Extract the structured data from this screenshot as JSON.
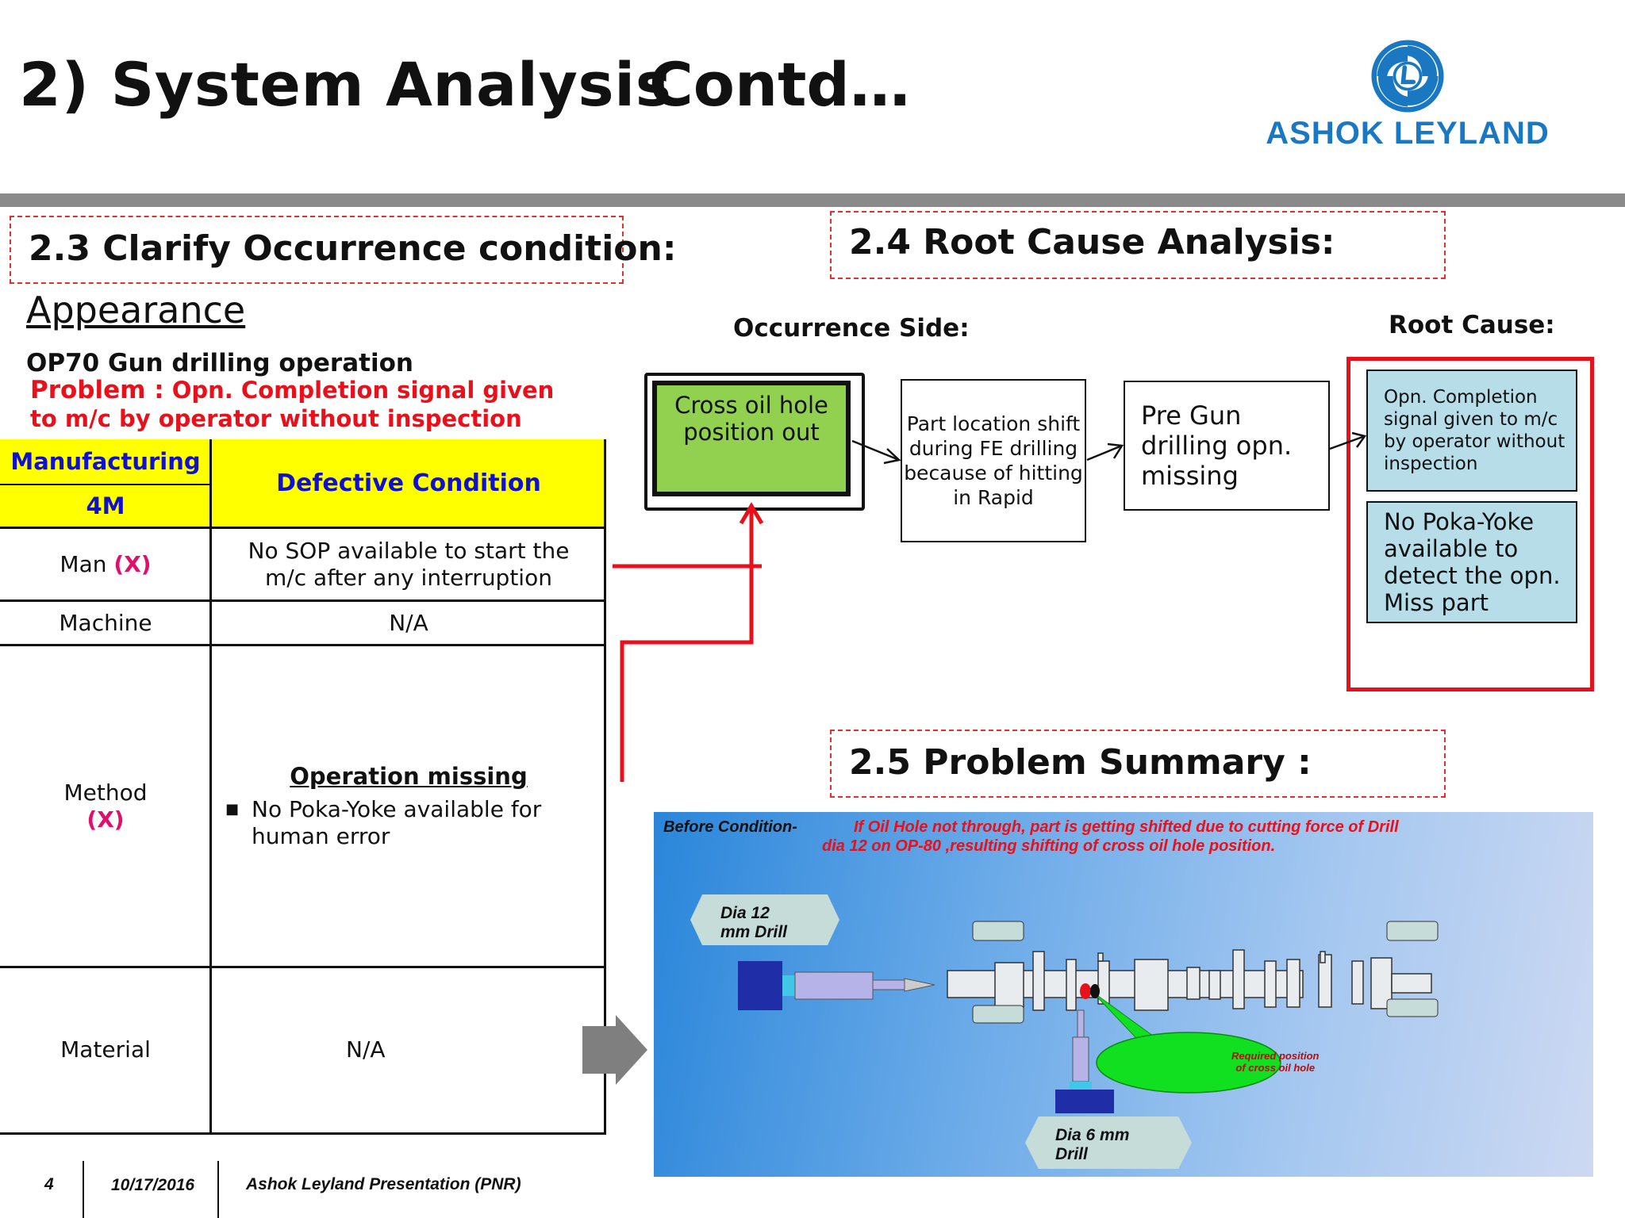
{
  "header": {
    "title": "2) System Analysis",
    "title_contd": "Contd…",
    "logo_text": "ASHOK LEYLAND",
    "colors": {
      "logo_blue": "#1a78c2",
      "rule_gray": "#8a8a8a",
      "dashed_red": "#e03030"
    }
  },
  "section_23": {
    "heading": "2.3 Clarify Occurrence condition:",
    "appearance": "Appearance",
    "operation": "OP70  Gun drilling operation",
    "problem_label": "Problem :",
    "problem_line1": "Opn. Completion signal given",
    "problem_line2": "to m/c by operator without inspection"
  },
  "table_4m": {
    "header_col1_top": "Manufacturing",
    "header_col1_bottom": "4M",
    "header_col2": "Defective Condition",
    "rows": [
      {
        "m": "Man",
        "mark": "(X)",
        "condition": "No SOP available to start the m/c after any interruption"
      },
      {
        "m": "Machine",
        "mark": "",
        "condition": "N/A"
      },
      {
        "m": "Method",
        "mark": "(X)",
        "condition_title": "Operation missing",
        "bullet": "No Poka-Yoke available for human error"
      },
      {
        "m": "Material",
        "mark": "",
        "condition": "N/A"
      }
    ]
  },
  "section_24": {
    "heading": "2.4 Root Cause Analysis:",
    "occurrence_side": "Occurrence Side:",
    "root_cause": "Root Cause:",
    "box1": "Cross oil hole position out",
    "box2": "Part location shift during FE drilling because of hitting in Rapid",
    "box3": "Pre Gun drilling opn. missing",
    "root1": "Opn. Completion signal given to m/c by operator without inspection",
    "root2": "No Poka-Yoke available to detect the opn. Miss part"
  },
  "section_25": {
    "heading": "2.5 Problem Summary :",
    "before_label": "Before Condition-",
    "before_text_1": "If Oil Hole not through, part is getting shifted due to cutting force of Drill",
    "before_text_2": "dia 12 on OP-80 ,resulting shifting of cross oil hole position.",
    "drill_12_l1": "Dia 12",
    "drill_12_l2": "mm Drill",
    "drill_6_l1": "Dia 6 mm",
    "drill_6_l2": "Drill",
    "required_l1": "Required position",
    "required_l2": "of cross oil hole"
  },
  "footer": {
    "page": "4",
    "date": "10/17/2016",
    "presentation": "Ashok Leyland Presentation (PNR)"
  }
}
